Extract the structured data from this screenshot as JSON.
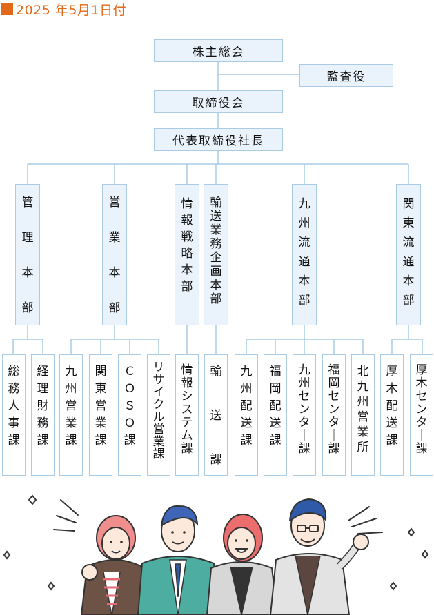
{
  "date": "2025 年5月1日付",
  "top": {
    "shareholders": "株主総会",
    "auditor": "監査役",
    "board": "取締役会",
    "president": "代表取締役社長"
  },
  "divisions": [
    {
      "label": "管理本部",
      "spread": true
    },
    {
      "label": "営業本部",
      "spread": true
    },
    {
      "label": "情報戦略本部",
      "spread": false
    },
    {
      "label": "輸送業務企画本部",
      "spread": false
    },
    {
      "label": "九州流通本部",
      "spread": false
    },
    {
      "label": "関東流通本部",
      "spread": false
    }
  ],
  "departments": [
    "総務人事課",
    "経理財務課",
    "九州営業課",
    "関東営業課",
    "ＣＯＳＯ課",
    "リサイクル営業課",
    "情報システム課",
    "輸送課",
    "九州配送課",
    "福岡配送課",
    "九州センター課",
    "福岡センター課",
    "北九州営業所",
    "厚木配送課",
    "厚木センター課"
  ],
  "colors": {
    "accent": "#e06a1a",
    "box_fill": "#eaf3fb",
    "box_border": "#a9cbe6",
    "line": "#a9cbe6"
  }
}
